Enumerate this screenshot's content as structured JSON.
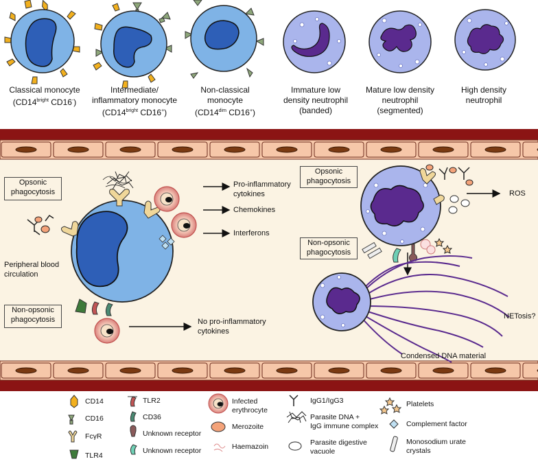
{
  "cell_types": [
    {
      "name_line1": "Classical monocyte",
      "name_line2_prefix": "(CD14",
      "sup1": "bright",
      "mid": " CD16",
      "sup2": "-",
      "suffix": ")"
    },
    {
      "name_line1": "Intermediate/",
      "name_line1b": "inflammatory monocyte",
      "name_line2_prefix": "(CD14",
      "sup1": "bright",
      "mid": " CD16",
      "sup2": "+",
      "suffix": ")"
    },
    {
      "name_line1": "Non-classical",
      "name_line1b": "monocyte",
      "name_line2_prefix": "(CD14",
      "sup1": "dim",
      "mid": " CD16",
      "sup2": "+",
      "suffix": ")"
    },
    {
      "line1": "Immature low",
      "line2": "density neutrophil",
      "line3": "(banded)"
    },
    {
      "line1": "Mature low density",
      "line2": "neutrophil",
      "line3": "(segmented)"
    },
    {
      "line1": "High density",
      "line2": "neutrophil"
    }
  ],
  "vessel": {
    "opsonic_left_l1": "Opsonic",
    "opsonic_left_l2": "phagocytosis",
    "peripheral_l1": "Peripheral blood",
    "peripheral_l2": "circulation",
    "nonopsonic_left_l1": "Non-opsonic",
    "nonopsonic_left_l2": "phagocytosis",
    "proinfl_l1": "Pro-inflammatory",
    "proinfl_l2": "cytokines",
    "chemokines": "Chemokines",
    "interferons": "Interferons",
    "no_proinfl_l1": "No pro-inflammatory",
    "no_proinfl_l2": "cytokines",
    "opsonic_right_l1": "Opsonic",
    "opsonic_right_l2": "phagocytosis",
    "nonopsonic_right_l1": "Non-opsonic",
    "nonopsonic_right_l2": "phagocytosis",
    "ros": "ROS",
    "netosis": "NETosis?",
    "condensed_dna": "Condensed DNA material"
  },
  "legend": {
    "cd14": "CD14",
    "cd16": "CD16",
    "fcyr": "FcγR",
    "tlr4": "TLR4",
    "tlr2": "TLR2",
    "cd36": "CD36",
    "unknown_receptor_1": "Unknown receptor",
    "unknown_receptor_2": "Unknown receptor",
    "infected_l1": "Infected",
    "infected_l2": "erythrocyte",
    "merozoite": "Merozoite",
    "haemazoin": "Haemazoin",
    "igg": "IgG1/IgG3",
    "parasite_dna_l1": "Parasite DNA +",
    "parasite_dna_l2": "IgG immune complex",
    "vacuole_l1": "Parasite digestive",
    "vacuole_l2": "vacuole",
    "platelets": "Platelets",
    "complement": "Complement factor",
    "msu_l1": "Monosodium urate",
    "msu_l2": "crystals"
  },
  "colors": {
    "monocyte_body": "#7fb3e6",
    "monocyte_nucleus": "#2e5fb7",
    "neutrophil_body": "#aab5ec",
    "neutrophil_nucleus": "#5a2a8e",
    "vessel_wall": "#8b1414",
    "plasma": "#fbf3e3",
    "endothelial": "#f6c7a9",
    "cd14": "#f2b01e",
    "cd16": "#8ea77a",
    "fcyr": "#f0d79a",
    "tlr4": "#3e7a3a",
    "tlr2": "#c25555",
    "cd36": "#4a8a73",
    "unknown1": "#8a5a5a",
    "unknown2": "#6fd0b5"
  }
}
